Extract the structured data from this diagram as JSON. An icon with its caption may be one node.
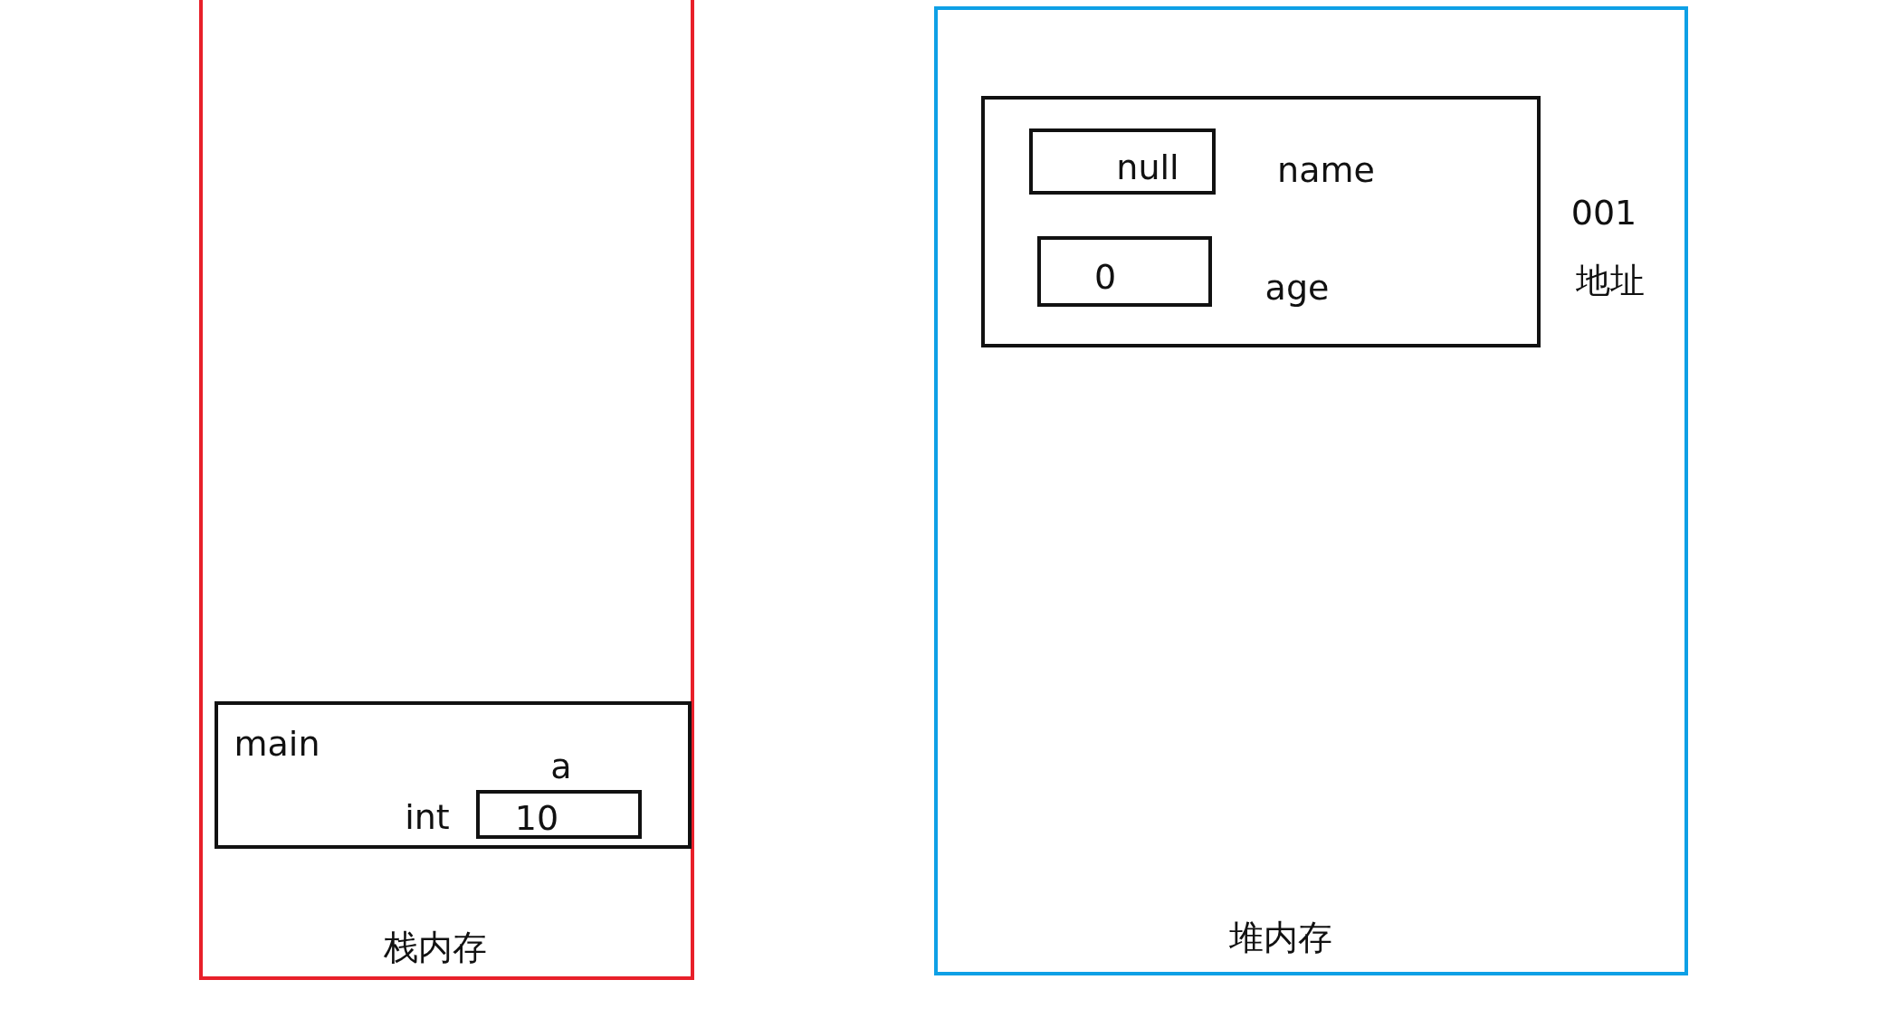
{
  "diagram": {
    "nodes": [
      {
        "text": [
          "栈内存"
        ]
      },
      {
        "text": [
          "main"
        ],
        "in": 0
      },
      {
        "text": [
          "10"
        ],
        "in": 1,
        "beside": [
          "a",
          "int"
        ]
      },
      {
        "text": [
          "堆内存"
        ]
      },
      {
        "text": [],
        "shape": "box",
        "in": 3,
        "beside": [
          "001",
          "地址"
        ]
      },
      {
        "text": [
          "null"
        ],
        "in": 4,
        "beside": [
          "name"
        ]
      },
      {
        "text": [
          "0"
        ],
        "in": 4,
        "beside": [
          "age"
        ]
      }
    ]
  }
}
